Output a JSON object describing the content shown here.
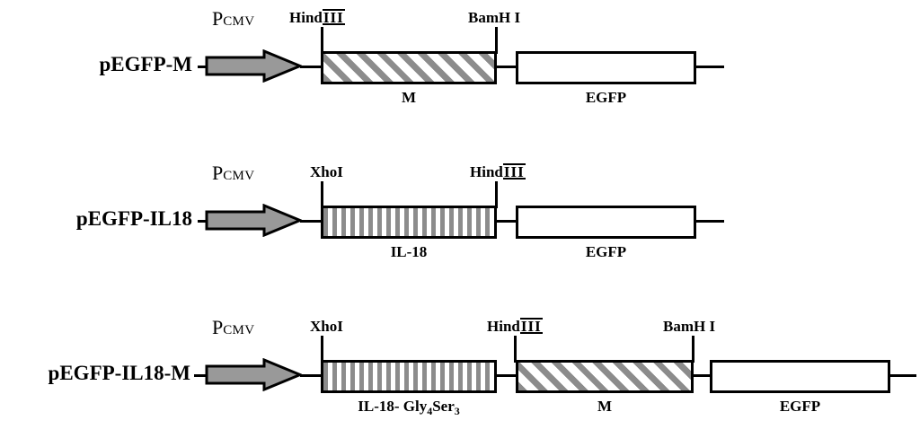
{
  "figure": {
    "type": "plasmid-construct-map",
    "description": "Schematic maps of three EGFP fusion expression plasmids"
  },
  "colors": {
    "stroke": "#000000",
    "hatch_gray": "#8c8c8c",
    "promoter_fill": "#999999",
    "box_fill": "#ffffff",
    "background": "#ffffff"
  },
  "promoter_label": {
    "base": "P",
    "subscript": "CMV"
  },
  "constructs": [
    {
      "name": "pEGFP-M",
      "promoter": "P CMV",
      "sites": [
        {
          "name": "HindIII",
          "text_before": "Hind",
          "roman": "III"
        },
        {
          "name": "BamH I",
          "text_before": "BamH I",
          "roman": ""
        }
      ],
      "genes": [
        {
          "label": "M",
          "fill": "diagonal-hatch"
        },
        {
          "label": "EGFP",
          "fill": "white"
        }
      ]
    },
    {
      "name": "pEGFP-IL18",
      "promoter": "P CMV",
      "sites": [
        {
          "name": "XhoI",
          "text_before": "XhoI",
          "roman": ""
        },
        {
          "name": "HindIII",
          "text_before": "Hind",
          "roman": "III"
        }
      ],
      "genes": [
        {
          "label": "IL-18",
          "fill": "vertical-stripe"
        },
        {
          "label": "EGFP",
          "fill": "white"
        }
      ]
    },
    {
      "name": "pEGFP-IL18-M",
      "promoter": "P CMV",
      "sites": [
        {
          "name": "XhoI",
          "text_before": "XhoI",
          "roman": ""
        },
        {
          "name": "HindIII",
          "text_before": "Hind",
          "roman": "III"
        },
        {
          "name": "BamH I",
          "text_before": "BamH I",
          "roman": ""
        }
      ],
      "genes": [
        {
          "label_main": "IL-18- Gly",
          "sub1": "4",
          "label_mid": "Ser",
          "sub2": "3",
          "fill": "vertical-stripe"
        },
        {
          "label": "M",
          "fill": "diagonal-hatch"
        },
        {
          "label": "EGFP",
          "fill": "white"
        }
      ]
    }
  ]
}
